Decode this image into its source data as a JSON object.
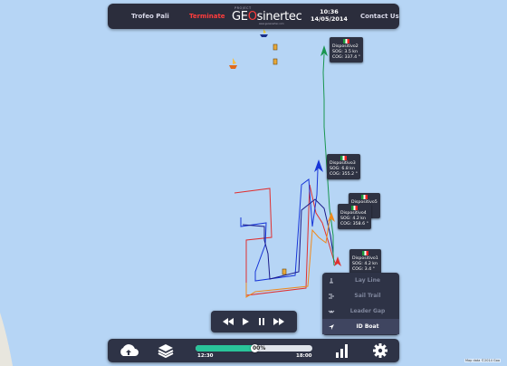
{
  "header": {
    "event_name": "Trofeo Pali",
    "status": "Terminate",
    "logo_small": "PROJECT",
    "logo_geo": "GE",
    "logo_o": "O",
    "logo_rest": "sinertec",
    "logo_url": "www.geosinertec.com",
    "time": "10:36",
    "date": "14/05/2014",
    "contact": "Contact Us"
  },
  "boats": [
    {
      "name": "Dispositivo2",
      "sog": "SOG: 3.5 kn",
      "cog": "COG: 337.4 °",
      "flag": "italy",
      "color": "#1a9650"
    },
    {
      "name": "Dispositivo3",
      "sog": "SOG: 6.8 kn",
      "cog": "COG: 355.2 °",
      "flag": "italy",
      "color": "#1836d8"
    },
    {
      "name": "Dispositivo5",
      "sog": "...kn",
      "cog": "...",
      "flag": "italy",
      "color": "#2a2aa0"
    },
    {
      "name": "Dispositivo4",
      "sog": "SOG: 4.2 kn",
      "cog": "COG: 358.6 °",
      "flag": "italy",
      "color": "#f08a1c"
    },
    {
      "name": "Dispositivo1",
      "sog": "SOG: 4.2 kn",
      "cog": "COG: 3.4 °",
      "flag": "italy",
      "color": "#e03030"
    }
  ],
  "menu": {
    "items": [
      {
        "label": "Lay Line",
        "icon": "layline-icon",
        "active": false
      },
      {
        "label": "Sail Trail",
        "icon": "trail-icon",
        "active": false
      },
      {
        "label": "Leader Gap",
        "icon": "gap-icon",
        "active": false
      },
      {
        "label": "ID Boat",
        "icon": "navigation-arrow-icon",
        "active": true
      }
    ]
  },
  "player": {
    "buttons": [
      "rewind-icon",
      "play-icon",
      "pause-icon",
      "fast-forward-icon"
    ]
  },
  "timeline": {
    "progress": 0.5,
    "percent_label": "00%",
    "start_time": "12:30",
    "end_time": "18:00"
  },
  "bottombar": {
    "icons": [
      "cloud-upload-icon",
      "layers-icon",
      "bar-chart-icon",
      "gear-icon"
    ]
  },
  "attribution": "Map data ©2014 Goo",
  "colors": {
    "sea": "#b6d5f5",
    "panel": "#2e3346",
    "accent_green": "#29c49a",
    "alert_red": "#ff3c3c"
  }
}
